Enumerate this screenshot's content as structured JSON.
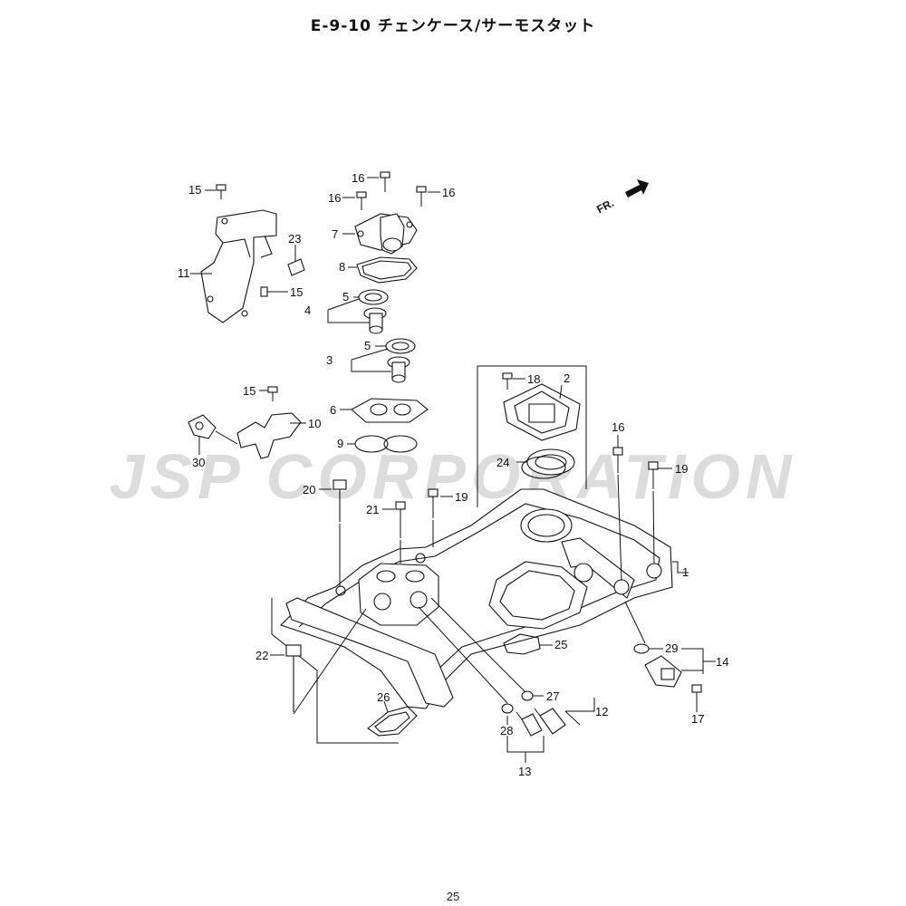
{
  "header": {
    "title": "E-9-10 チェンケース/サーモスタット"
  },
  "footer": {
    "page_number": "25"
  },
  "watermark": {
    "text": "JSP CORPORATION",
    "color": "#d9d9d9"
  },
  "orientation": {
    "label": "FR."
  },
  "callouts": {
    "c1": "1",
    "c2": "2",
    "c3": "3",
    "c4": "4",
    "c5a": "5",
    "c5b": "5",
    "c6": "6",
    "c7": "7",
    "c8": "8",
    "c9": "9",
    "c10": "10",
    "c11": "11",
    "c12": "12",
    "c13": "13",
    "c14": "14",
    "c15a": "15",
    "c15b": "15",
    "c15c": "15",
    "c16a": "16",
    "c16b": "16",
    "c16c": "16",
    "c16d": "16",
    "c17": "17",
    "c18": "18",
    "c19a": "19",
    "c19b": "19",
    "c20": "20",
    "c21": "21",
    "c22": "22",
    "c23": "23",
    "c24": "24",
    "c25": "25",
    "c26": "26",
    "c27": "27",
    "c28": "28",
    "c29": "29",
    "c30": "30"
  }
}
